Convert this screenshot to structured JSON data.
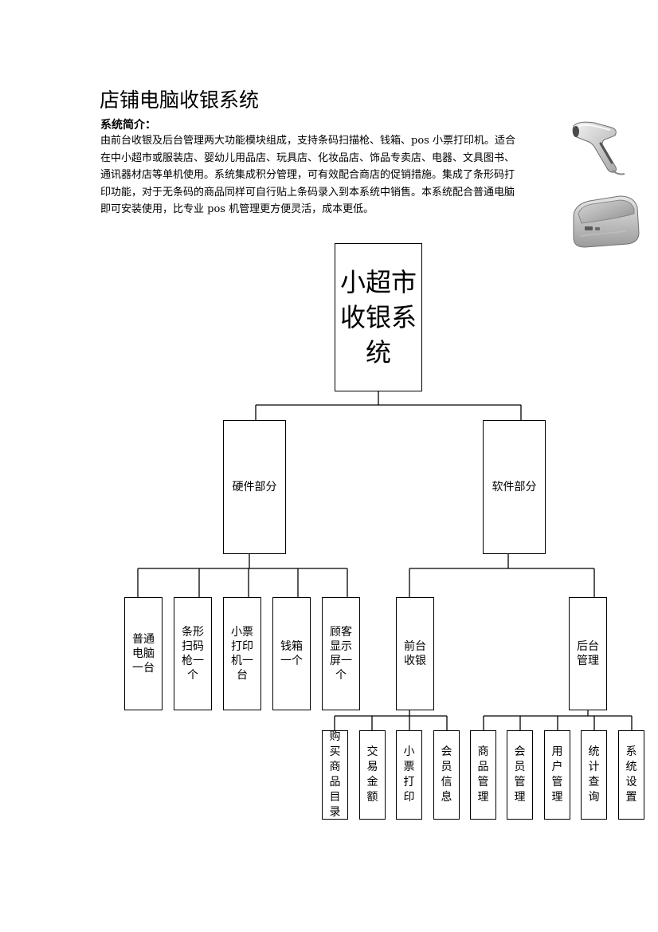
{
  "title": "店铺电脑收银系统",
  "intro": {
    "heading": "系统简介：",
    "lines": [
      "由前台收银及后台管理两大功能模块组成，支持条码扫描枪、钱箱、pos 小票打印机。适合",
      "在中小超市或服装店、婴幼儿用品店、玩具店、化妆品店、饰品专卖店、电器、文具图书、",
      "通讯器材店等单机使用。系统集成积分管理，可有效配合商店的促销措施。集成了条形码打",
      "印功能，对于无条码的商品同样可自行贴上条码录入到本系统中销售。本系统配合普通电脑",
      "即可安装使用，比专业 pos 机管理更方便灵活，成本更低。"
    ]
  },
  "images": {
    "scanner": "barcode-scanner",
    "printer": "receipt-printer"
  },
  "diagram": {
    "root": "小超市收银系统",
    "hardware": {
      "label": "硬件部分",
      "children": [
        "普通电脑一台",
        "条形扫码枪一个",
        "小票打印机一台",
        "钱箱一个",
        "顾客显示屏一个"
      ]
    },
    "software": {
      "label": "软件部分",
      "front": {
        "label": "前台收银",
        "children": [
          "购买商品目录",
          "交易金额",
          "小票打印",
          "会员信息"
        ]
      },
      "back": {
        "label": "后台管理",
        "children": [
          "商品管理",
          "会员管理",
          "用户管理",
          "统计查询",
          "系统设置"
        ]
      }
    }
  }
}
